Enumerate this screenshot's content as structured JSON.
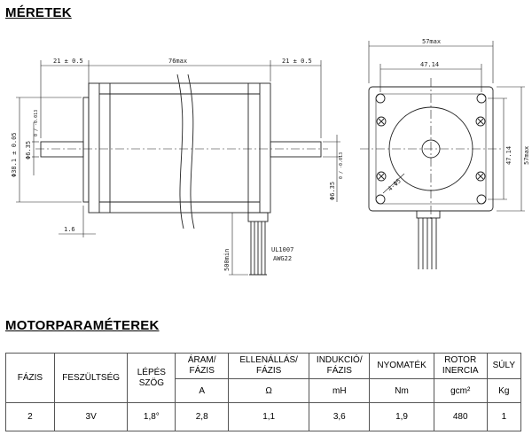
{
  "sections": {
    "dimensions_title": "MÉRETEK",
    "parameters_title": "MOTORPARAMÉTEREK"
  },
  "drawing": {
    "dim_front_shaft": "21 ± 0.5",
    "dim_body_length": "76max",
    "dim_rear_shaft": "21 ± 0.5",
    "dim_flange_width": "57max",
    "dim_hole_spacing_h": "47.14",
    "dim_hole_spacing_v": "47.14",
    "dim_flange_height": "57max",
    "dim_boss_diameter": "Φ38.1 ± 0.05",
    "dim_shaft_diameter_left": "Φ6.35",
    "dim_shaft_diameter_right": "Φ6.35",
    "dim_shaft_tol_left": "0 / -0.013",
    "dim_shaft_tol_right": "0 / -0.013",
    "dim_hole": "4-Φ5",
    "dim_boss_depth": "1.6",
    "dim_lead_length": "500min",
    "wire_spec_1": "UL1007",
    "wire_spec_2": "AWG22"
  },
  "table": {
    "headers": [
      {
        "l1": "FÁZIS",
        "l2": ""
      },
      {
        "l1": "FESZÜLTSÉG",
        "l2": ""
      },
      {
        "l1": "LÉPÉS",
        "l2": "SZÖG"
      },
      {
        "l1": "ÁRAM/",
        "l2": "FÁZIS"
      },
      {
        "l1": "ELLENÁLLÁS/",
        "l2": "FÁZIS"
      },
      {
        "l1": "INDUKCIÓ/",
        "l2": "FÁZIS"
      },
      {
        "l1": "NYOMATÉK",
        "l2": ""
      },
      {
        "l1": "ROTOR",
        "l2": "INERCIA"
      },
      {
        "l1": "SÚLY",
        "l2": ""
      }
    ],
    "units": [
      "",
      "",
      "",
      "A",
      "Ω",
      "mH",
      "Nm",
      "gcm²",
      "Kg"
    ],
    "values": [
      "2",
      "3V",
      "1,8°",
      "2,8",
      "1,1",
      "3,6",
      "1,9",
      "480",
      "1"
    ]
  }
}
